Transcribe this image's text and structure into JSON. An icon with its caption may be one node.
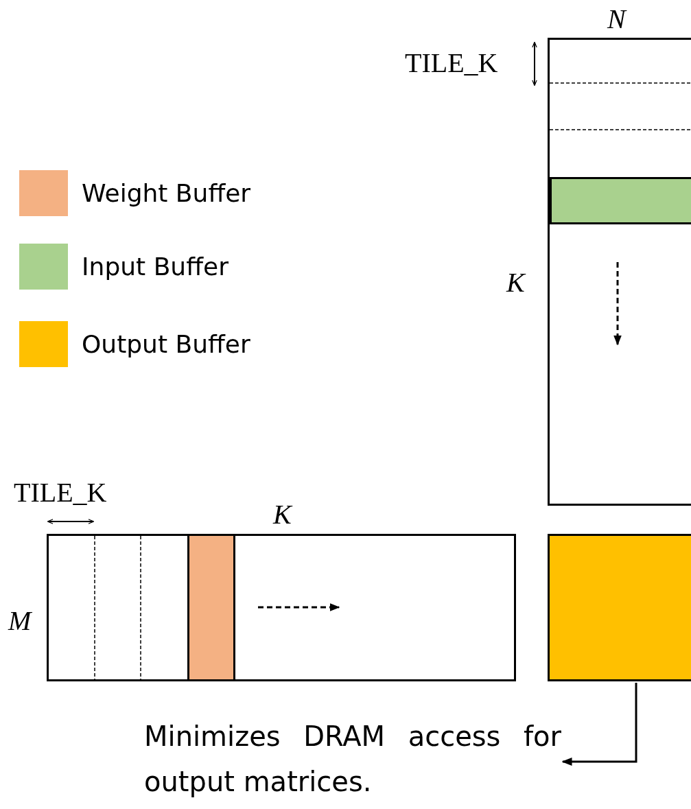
{
  "diagram": {
    "nodes": [
      {
        "text": [],
        "shape": "box"
      },
      {
        "text": [],
        "shape": "bar",
        "in": 0
      },
      {
        "text": [],
        "shape": "box"
      },
      {
        "text": [],
        "shape": "bar",
        "in": 2
      },
      {
        "text": [],
        "shape": "box"
      },
      {
        "text": [
          "Minimizes DRAM access for output matrices."
        ]
      }
    ],
    "edges": [
      {
        "from": 4,
        "to": 5,
        "arrow": "to"
      }
    ],
    "labels": [
      "N",
      "TILE_K",
      "K",
      "TILE_K",
      "K",
      "M"
    ],
    "legend": [
      {
        "text": "Weight Buffer",
        "color": "#f4b183"
      },
      {
        "text": "Input Buffer",
        "color": "#a9d18e"
      },
      {
        "text": "Output Buffer",
        "color": "#ffc000"
      }
    ]
  }
}
